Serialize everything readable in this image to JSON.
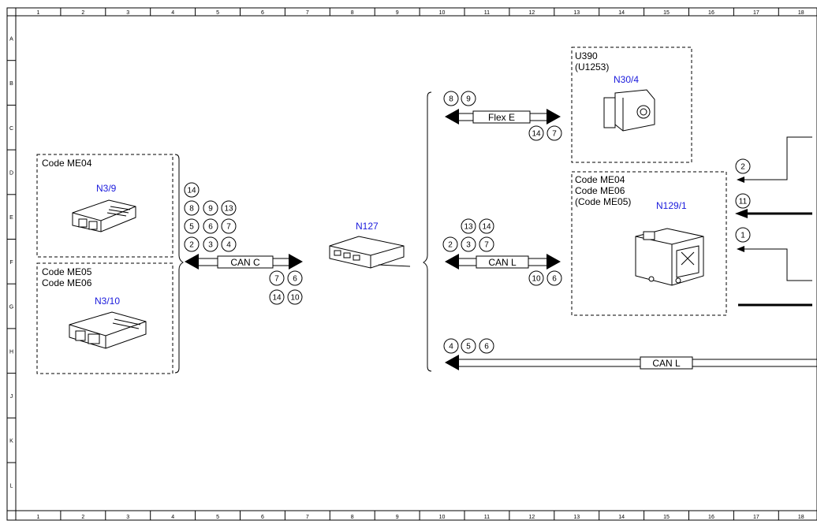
{
  "grid": {
    "columns": [
      "1",
      "2",
      "3",
      "4",
      "5",
      "6",
      "7",
      "8",
      "9",
      "10",
      "11",
      "12",
      "13",
      "14",
      "15",
      "16",
      "17",
      "18"
    ],
    "rows": [
      "A",
      "B",
      "C",
      "D",
      "E",
      "F",
      "G",
      "H",
      "J",
      "K",
      "L"
    ]
  },
  "boxes": {
    "me04": {
      "code_lines": [
        "Code ME04"
      ],
      "component": "N3/9"
    },
    "me05": {
      "code_lines": [
        "Code ME05",
        "Code ME06"
      ],
      "component": "N3/10"
    },
    "u390": {
      "code_lines": [
        "U390",
        "(U1253)"
      ],
      "component": "N30/4"
    },
    "n129": {
      "code_lines": [
        "Code ME04",
        "Code ME06",
        "(Code ME05)"
      ],
      "component": "N129/1"
    }
  },
  "center_module": {
    "label": "N127"
  },
  "buses": {
    "can_c": {
      "label": "CAN C"
    },
    "flex_e": {
      "label": "Flex E"
    },
    "can_l_mid": {
      "label": "CAN L"
    },
    "can_l_bottom": {
      "label": "CAN L"
    }
  },
  "markers": {
    "can_c_top": [
      "14",
      "8",
      "9",
      "13",
      "5",
      "6",
      "7",
      "2",
      "3",
      "4"
    ],
    "can_c_bottom": [
      "7",
      "6",
      "14",
      "10"
    ],
    "flex_e_top": [
      "8",
      "9"
    ],
    "flex_e_bottom": [
      "14",
      "7"
    ],
    "can_l_top": [
      "13",
      "14",
      "2",
      "3",
      "7"
    ],
    "can_l_bottom": [
      "10",
      "6"
    ],
    "can_l_low": [
      "4",
      "5",
      "6"
    ],
    "right_side": [
      "2",
      "11",
      "1"
    ]
  },
  "colors": {
    "component_label": "#1a1adc",
    "line": "#000000",
    "grid_line": "#000000"
  }
}
